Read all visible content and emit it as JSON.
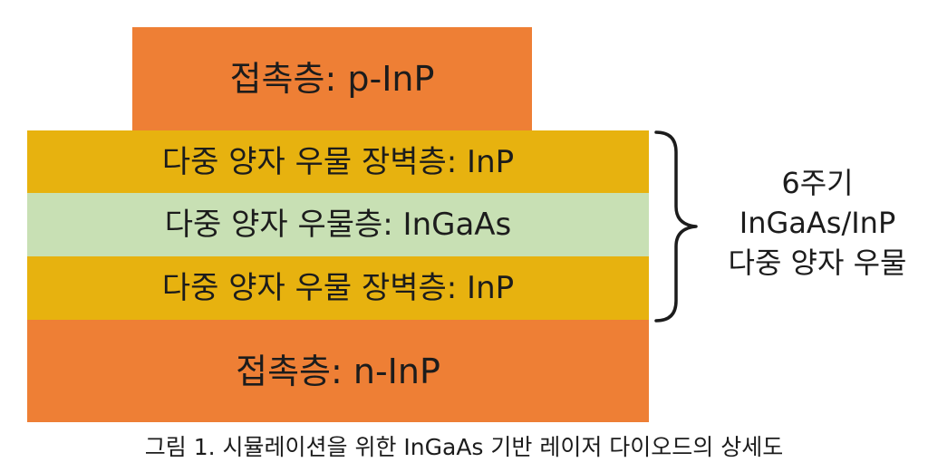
{
  "diagram": {
    "layers": {
      "top_contact": "접촉층: p-InP",
      "barrier_upper": "다중 양자 우물 장벽층: InP",
      "well": "다중 양자 우물층: InGaAs",
      "barrier_lower": "다중 양자 우물 장벽층: InP",
      "bottom_contact": "접촉층: n-InP"
    },
    "annotation": {
      "line1": "6주기",
      "line2": "InGaAs/InP",
      "line3": "다중 양자 우물"
    },
    "colors": {
      "contact": "#ee7f35",
      "barrier": "#e7b20f",
      "well": "#c8e0b4"
    }
  },
  "caption": "그림 1. 시뮬레이션을 위한 InGaAs 기반 레이저 다이오드의 상세도"
}
